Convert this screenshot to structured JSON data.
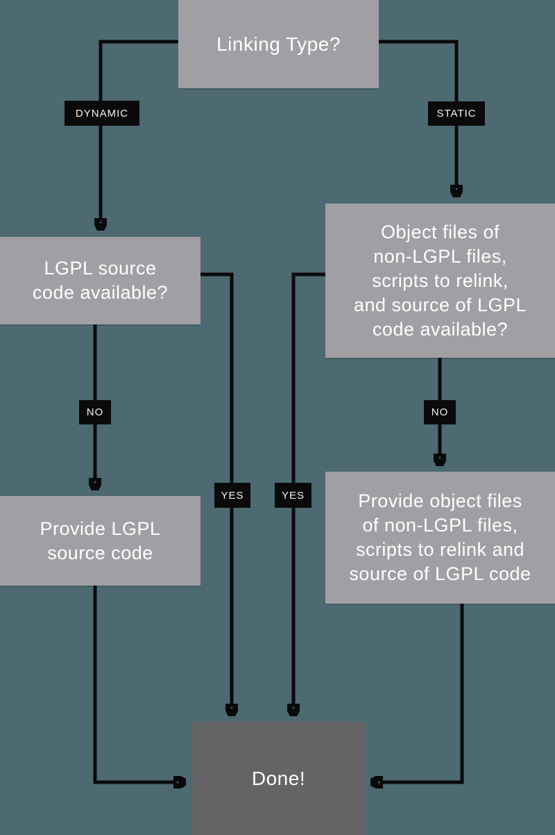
{
  "diagram": {
    "title": "LGPL linking decision flowchart",
    "colors": {
      "background": "#4d6972",
      "node_fill": "#a0a0a4",
      "done_fill": "#646467",
      "label_background": "#0a0a0a",
      "line": "#0a0a0a",
      "text": "#ffffff"
    },
    "nodes": {
      "linking_type": {
        "label": "Linking Type?"
      },
      "lgpl_source_available": {
        "label": "LGPL source\ncode available?"
      },
      "object_files_available": {
        "label": "Object files of\nnon-LGPL files,\nscripts to relink,\nand source of LGPL\ncode available?"
      },
      "provide_lgpl_source": {
        "label": "Provide LGPL\nsource code"
      },
      "provide_object_files": {
        "label": "Provide object files\nof non-LGPL files,\nscripts to relink and\nsource of LGPL code"
      },
      "done": {
        "label": "Done!"
      }
    },
    "edge_labels": {
      "dynamic": "DYNAMIC",
      "static": "STATIC",
      "no_left": "NO",
      "no_right": "NO",
      "yes_left": "YES",
      "yes_right": "YES"
    },
    "edges": [
      {
        "from": "linking_type",
        "to": "lgpl_source_available",
        "label": "DYNAMIC"
      },
      {
        "from": "linking_type",
        "to": "object_files_available",
        "label": "STATIC"
      },
      {
        "from": "lgpl_source_available",
        "to": "provide_lgpl_source",
        "label": "NO"
      },
      {
        "from": "lgpl_source_available",
        "to": "done",
        "label": "YES"
      },
      {
        "from": "object_files_available",
        "to": "provide_object_files",
        "label": "NO"
      },
      {
        "from": "object_files_available",
        "to": "done",
        "label": "YES"
      },
      {
        "from": "provide_lgpl_source",
        "to": "done",
        "label": ""
      },
      {
        "from": "provide_object_files",
        "to": "done",
        "label": ""
      }
    ]
  }
}
